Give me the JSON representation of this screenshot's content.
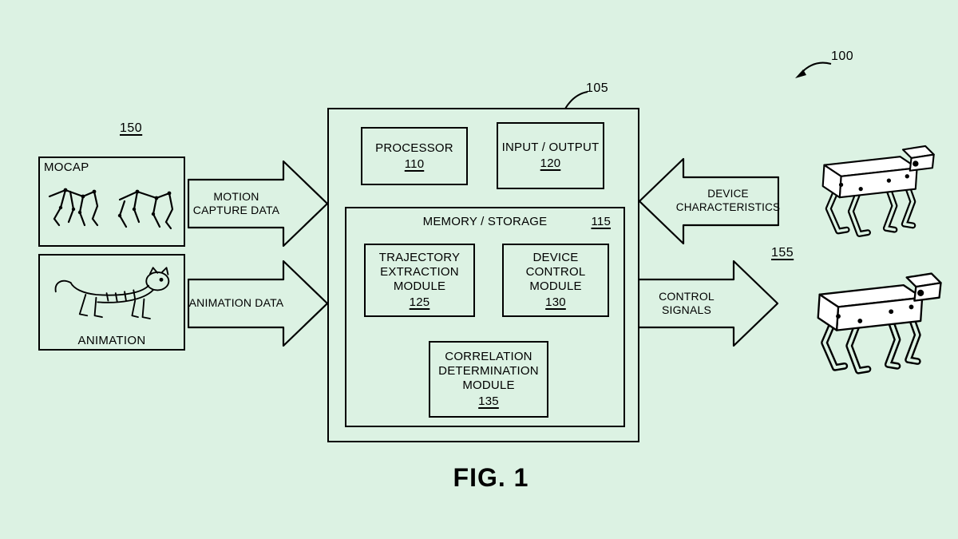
{
  "colors": {
    "background": "#dcf2e3",
    "line": "#000000"
  },
  "refs": {
    "overall": "100",
    "system": "105",
    "sources": "150",
    "devices": "155"
  },
  "sources": {
    "mocap": "MOCAP",
    "animation": "ANIMATION"
  },
  "arrows": {
    "motion_capture": "MOTION CAPTURE DATA",
    "animation": "ANIMATION DATA",
    "device_characteristics": "DEVICE CHARACTERISTICS",
    "control_signals": "CONTROL SIGNALS"
  },
  "system": {
    "processor": {
      "label": "PROCESSOR",
      "ref": "110"
    },
    "input_output": {
      "label": "INPUT / OUTPUT",
      "ref": "120"
    },
    "memory": {
      "label": "MEMORY / STORAGE",
      "ref": "115"
    },
    "trajectory_module": {
      "label": "TRAJECTORY EXTRACTION MODULE",
      "ref": "125"
    },
    "device_control_module": {
      "label": "DEVICE CONTROL MODULE",
      "ref": "130"
    },
    "correlation_module": {
      "label": "CORRELATION DETERMINATION MODULE",
      "ref": "135"
    }
  },
  "caption": "FIG. 1"
}
